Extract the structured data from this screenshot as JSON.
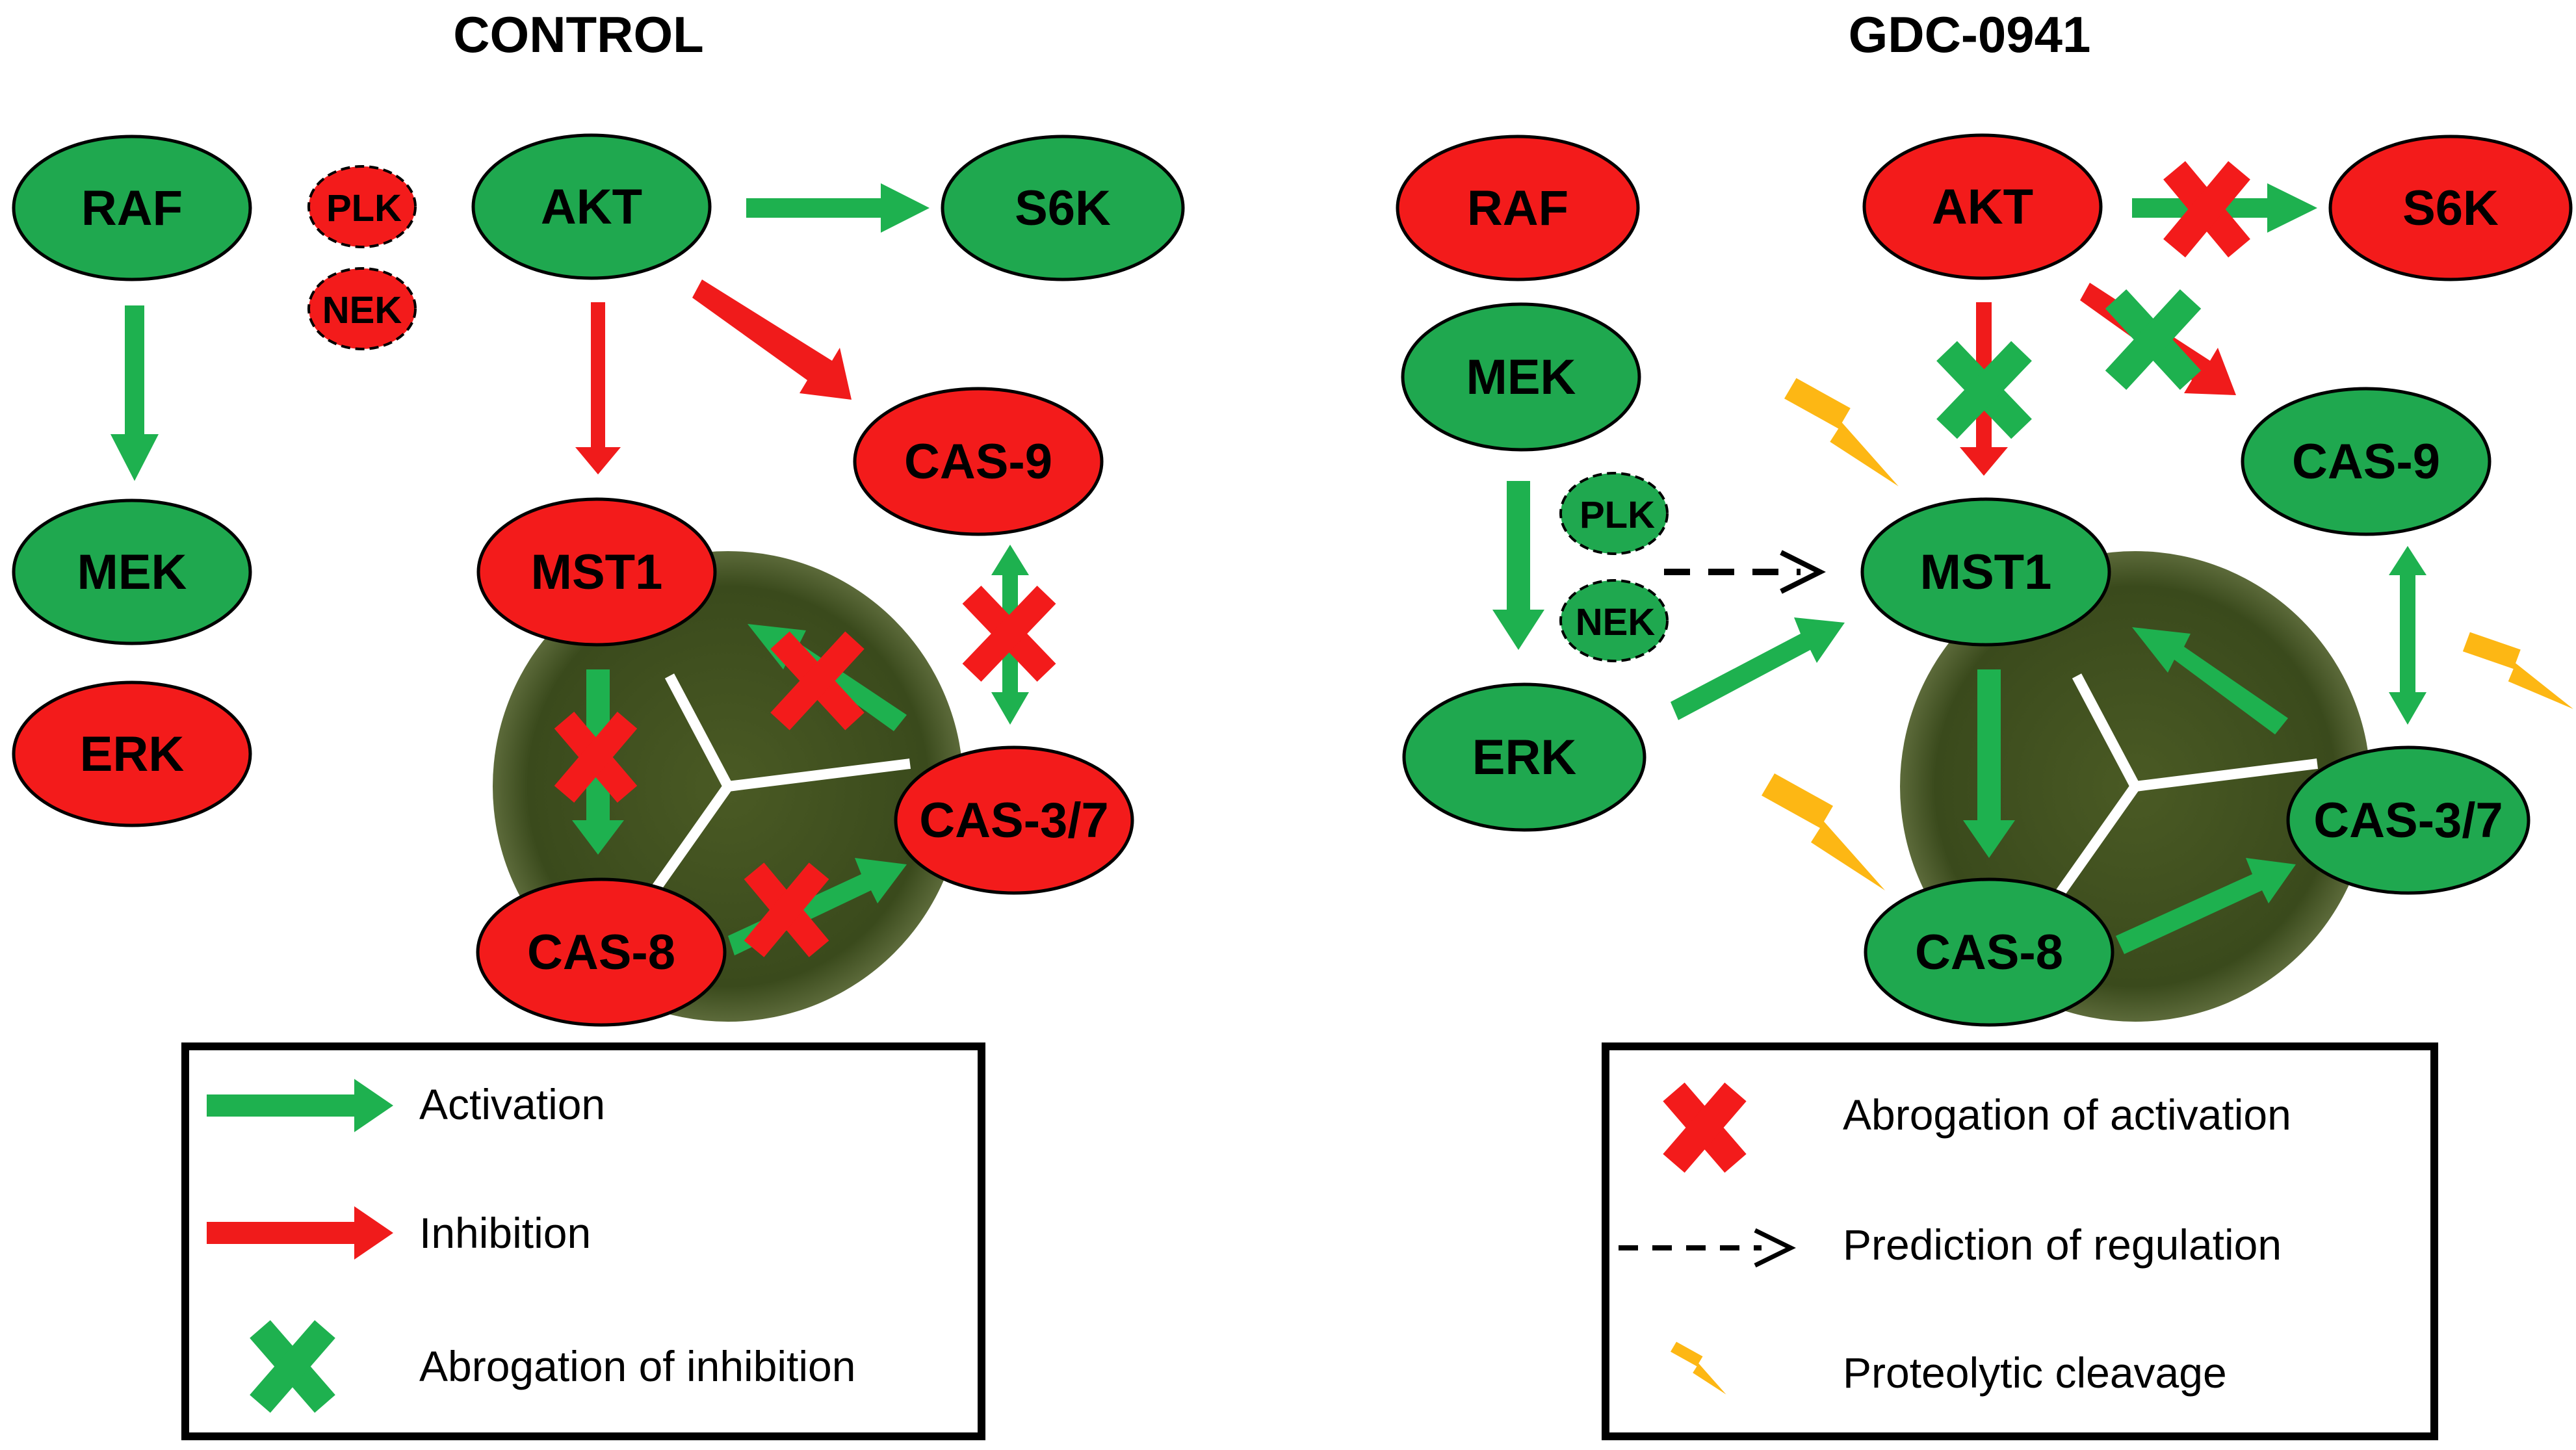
{
  "panels": {
    "left": {
      "title": "CONTROL",
      "nodes": {
        "raf": "RAF",
        "plk": "PLK",
        "nek": "NEK",
        "akt": "AKT",
        "s6k": "S6K",
        "mek": "MEK",
        "erk": "ERK",
        "cas9": "CAS-9",
        "mst1": "MST1",
        "cas37": "CAS-3/7",
        "cas8": "CAS-8"
      },
      "legend": {
        "activation": "Activation",
        "inhibition": "Inhibition",
        "abrogation_inhibition": "Abrogation of inhibition"
      }
    },
    "right": {
      "title": "GDC-0941",
      "nodes": {
        "raf": "RAF",
        "akt": "AKT",
        "s6k": "S6K",
        "mek": "MEK",
        "plk": "PLK",
        "nek": "NEK",
        "erk": "ERK",
        "cas9": "CAS-9",
        "mst1": "MST1",
        "cas37": "CAS-3/7",
        "cas8": "CAS-8"
      },
      "legend": {
        "abrogation_activation": "Abrogation of activation",
        "prediction": "Prediction of regulation",
        "cleavage": "Proteolytic cleavage"
      }
    }
  },
  "colors": {
    "active_green": "#1fa84f",
    "inactive_red": "#f31b1b",
    "activation_arrow": "#1eb14f",
    "inhibition_arrow": "#f01b1b",
    "cross_red": "#f31b1b",
    "cross_green": "#1eb14f",
    "lightning": "#fdb714",
    "cleavage_wheel": "#3d4a1f"
  }
}
